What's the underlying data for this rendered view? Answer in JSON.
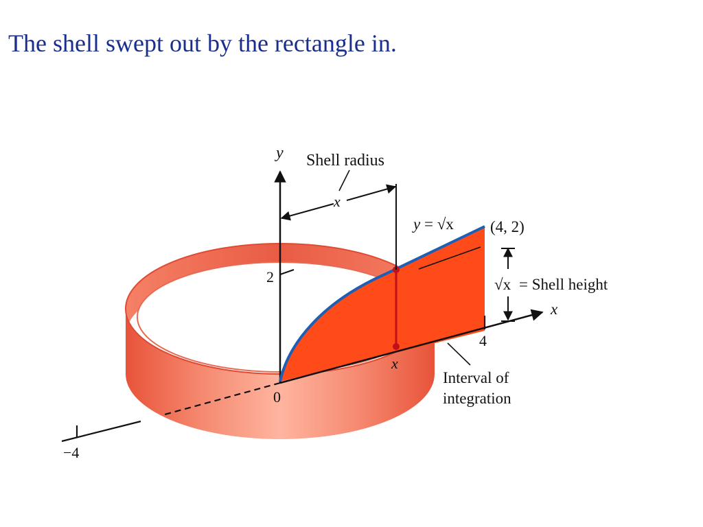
{
  "slide": {
    "title": "The shell swept out by the rectangle  in."
  },
  "labels": {
    "y_axis": "y",
    "x_axis": "x",
    "shell_radius": "Shell radius",
    "radius_x": "x",
    "curve_y": "y",
    "curve_eq": "= √x",
    "point": "(4, 2)",
    "height_sqrt": "√x",
    "height_text": "= Shell height",
    "tick_2": "2",
    "tick_4": "4",
    "tick_0": "0",
    "tick_neg4": "−4",
    "rect_x": "x",
    "interval_line1": "Interval of",
    "interval_line2": "integration"
  },
  "colors": {
    "title": "#1a2f8c",
    "shell": "#ff7a5c",
    "shell_dark": "#e8533a",
    "region": "#ff4a1a",
    "curve": "#1e5fb4",
    "rect_line": "#c0101a",
    "ink": "#111111"
  }
}
